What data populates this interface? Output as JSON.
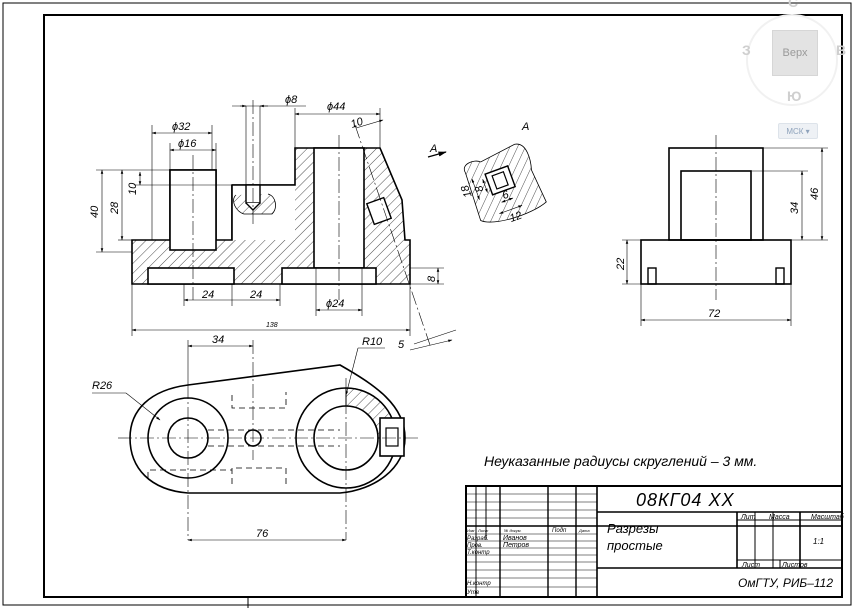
{
  "dims": {
    "d32": "ϕ32",
    "d16": "ϕ16",
    "d8": "ϕ8",
    "d44": "ϕ44",
    "d24": "ϕ24",
    "r10_top": "10",
    "v40": "40",
    "v28": "28",
    "v10": "10",
    "v8": "8",
    "h24a": "24",
    "h24b": "24",
    "h138": "138",
    "h5": "5",
    "h34": "34",
    "r26": "R26",
    "r10": "R10",
    "h76": "76",
    "v22": "22",
    "v34": "34",
    "v46": "46",
    "h72": "72",
    "sec_18": "18",
    "sec_8": "8",
    "sec_6": "6",
    "sec_12": "12"
  },
  "section_mark": "А",
  "note": "Неуказанные радиусы скруглений – 3 мм.",
  "title_block": {
    "designation": "08КГ04 ХХ",
    "title_line1": "Разрезы",
    "title_line2": "простые",
    "org": "ОмГТУ, РИБ–112",
    "scale": "1:1",
    "hdr_lit": "Лит",
    "hdr_mass": "Масса",
    "hdr_scale": "Масштаб",
    "hdr_sheet": "Лист",
    "hdr_sheets": "Листов",
    "hdr_izm": "Изм",
    "hdr_list": "Лист",
    "hdr_ndoc": "№ докум.",
    "hdr_podp": "Подп",
    "hdr_data": "Дата",
    "role_razrab": "Разраб.",
    "role_prov": "Пров.",
    "role_tkontr": "Т.контр",
    "role_nkontr": "Н.контр",
    "role_utv": "Утв",
    "name_razrab": "Иванов",
    "name_prov": "Петров"
  },
  "viewcube": {
    "top_label": "Верх",
    "n": "С",
    "w": "З",
    "e": "В",
    "s": "Ю",
    "ucs": "МСК ▾"
  }
}
